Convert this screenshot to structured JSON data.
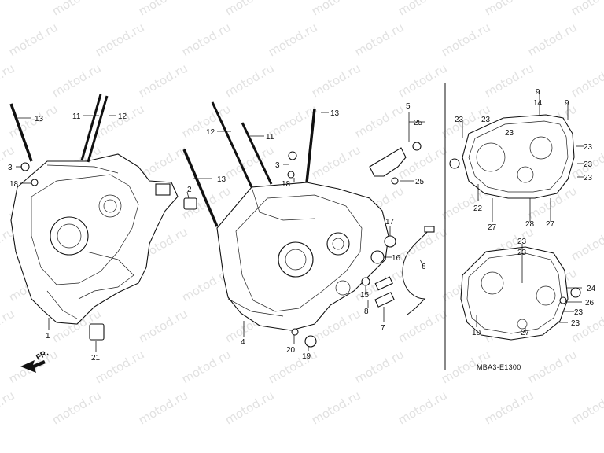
{
  "watermark": "motod.ru",
  "diagram_code": "MBA3-E1300",
  "front_marker": "FR.",
  "callouts": [
    "1",
    "2",
    "3",
    "4",
    "5",
    "6",
    "7",
    "8",
    "9",
    "10",
    "11",
    "12",
    "13",
    "14",
    "15",
    "16",
    "17",
    "18",
    "19",
    "20",
    "21",
    "22",
    "23",
    "24",
    "25",
    "26",
    "27",
    "28"
  ]
}
